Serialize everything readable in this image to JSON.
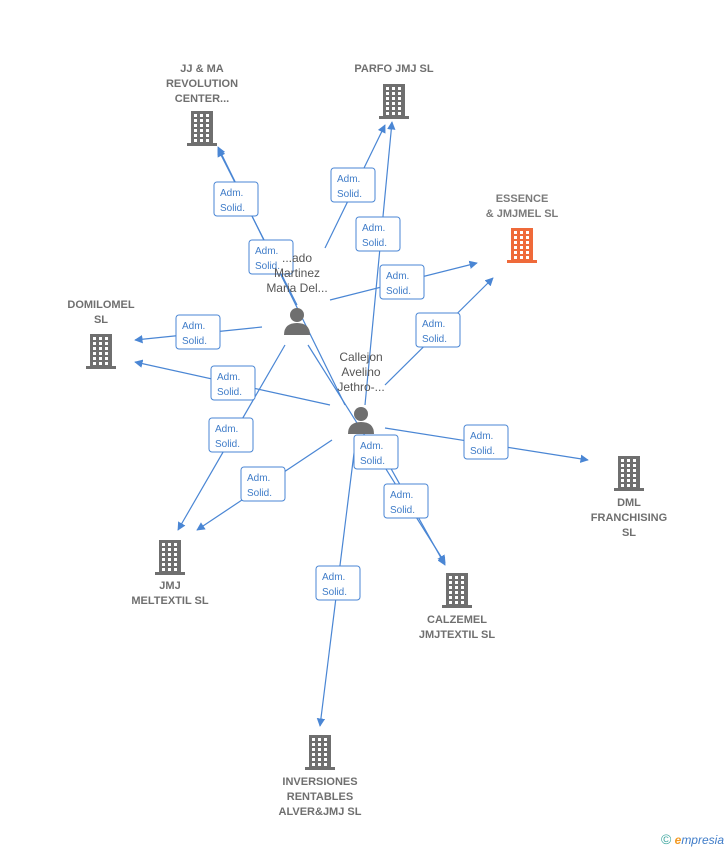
{
  "colors": {
    "edge": "#4a86d4",
    "company_icon": "#6f6f6f",
    "company_icon_highlight": "#ef6a3a",
    "person_icon": "#6f6f6f"
  },
  "companies": [
    {
      "id": "jjma",
      "lines": [
        "JJ & MA",
        "REVOLUTION",
        "CENTER..."
      ],
      "icon": "building-icon"
    },
    {
      "id": "parfo",
      "lines": [
        "PARFO JMJ  SL"
      ],
      "icon": "building-icon"
    },
    {
      "id": "essence",
      "lines": [
        "ESSENCE",
        "& JMJMEL  SL"
      ],
      "icon": "building-icon",
      "highlight": true
    },
    {
      "id": "domilomel",
      "lines": [
        "DOMILOMEL",
        "SL"
      ],
      "icon": "building-icon"
    },
    {
      "id": "dml",
      "lines": [
        "DML",
        "FRANCHISING",
        "SL"
      ],
      "icon": "building-icon"
    },
    {
      "id": "jmjmeltextil",
      "lines": [
        "JMJ",
        "MELTEXTIL  SL"
      ],
      "icon": "building-icon"
    },
    {
      "id": "calzemel",
      "lines": [
        "CALZEMEL",
        "JMJTEXTIL  SL"
      ],
      "icon": "building-icon"
    },
    {
      "id": "inversiones",
      "lines": [
        "INVERSIONES",
        "RENTABLES",
        "ALVER&JMJ  SL"
      ],
      "icon": "building-icon"
    }
  ],
  "persons": [
    {
      "id": "p1",
      "lines": [
        "...ado",
        "Martinez",
        "Maria Del..."
      ],
      "icon": "person-icon"
    },
    {
      "id": "p2",
      "lines": [
        "Callejon",
        "Avelino",
        "Jethro-..."
      ],
      "icon": "person-icon"
    }
  ],
  "edges": [
    {
      "from": "p1",
      "to": "jjma",
      "label": [
        "Adm.",
        "Solid."
      ]
    },
    {
      "from": "p1",
      "to": "parfo",
      "label": [
        "Adm.",
        "Solid."
      ]
    },
    {
      "from": "p1",
      "to": "essence",
      "label": [
        "Adm.",
        "Solid."
      ]
    },
    {
      "from": "p1",
      "to": "domilomel",
      "label": [
        "Adm.",
        "Solid."
      ]
    },
    {
      "from": "p1",
      "to": "jmjmeltextil",
      "label": [
        "Adm.",
        "Solid."
      ]
    },
    {
      "from": "p1",
      "to": "calzemel",
      "label": [
        "Adm.",
        "Solid."
      ]
    },
    {
      "from": "p2",
      "to": "jjma",
      "label": [
        "Adm.",
        "Solid."
      ]
    },
    {
      "from": "p2",
      "to": "parfo",
      "label": [
        "Adm.",
        "Solid."
      ]
    },
    {
      "from": "p2",
      "to": "essence",
      "label": [
        "Adm.",
        "Solid."
      ]
    },
    {
      "from": "p2",
      "to": "domilomel",
      "label": [
        "Adm.",
        "Solid."
      ]
    },
    {
      "from": "p2",
      "to": "dml",
      "label": [
        "Adm.",
        "Solid."
      ]
    },
    {
      "from": "p2",
      "to": "jmjmeltextil",
      "label": [
        "Adm.",
        "Solid."
      ]
    },
    {
      "from": "p2",
      "to": "calzemel",
      "label": [
        "Adm.",
        "Solid."
      ]
    },
    {
      "from": "p2",
      "to": "inversiones",
      "label": [
        "Adm.",
        "Solid."
      ]
    }
  ],
  "footer": {
    "copyright": "©",
    "brand_initial": "e",
    "brand_rest": "mpresia"
  }
}
